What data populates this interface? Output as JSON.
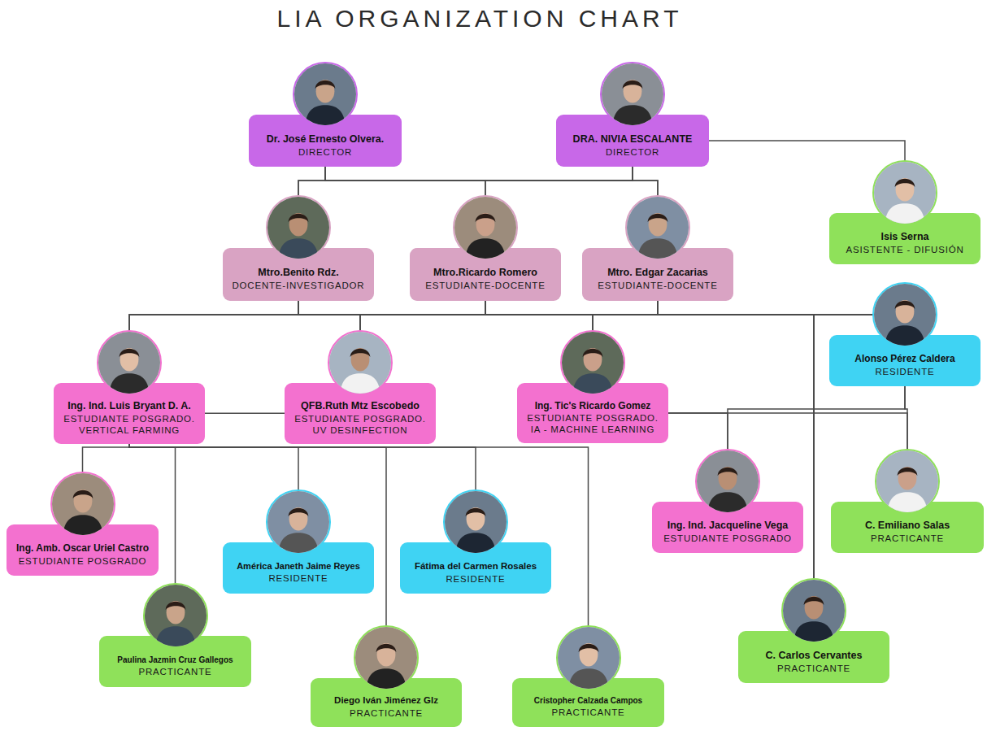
{
  "diagram": {
    "title": "LIA ORGANIZATION CHART",
    "nodes": [
      {
        "text": [
          "Dr. José Ernesto Olvera.",
          "DIRECTOR"
        ]
      },
      {
        "text": [
          "DRA. NIVIA ESCALANTE",
          "DIRECTOR"
        ]
      },
      {
        "text": [
          "Isis Serna",
          "ASISTENTE - DIFUSIÓN"
        ]
      },
      {
        "text": [
          "Mtro.Benito Rdz.",
          "DOCENTE-INVESTIGADOR"
        ]
      },
      {
        "text": [
          "Mtro.Ricardo Romero",
          "ESTUDIANTE-DOCENTE"
        ]
      },
      {
        "text": [
          "Mtro. Edgar Zacarias",
          "ESTUDIANTE-DOCENTE"
        ]
      },
      {
        "text": [
          "Alonso Pérez Caldera",
          "RESIDENTE"
        ]
      },
      {
        "text": [
          "Ing. Ind. Luis Bryant D. A.",
          "ESTUDIANTE POSGRADO. VERTICAL FARMING"
        ]
      },
      {
        "text": [
          "QFB.Ruth Mtz Escobedo",
          "ESTUDIANTE POSGRADO. UV DESINFECTION"
        ]
      },
      {
        "text": [
          "Ing. Tic's Ricardo Gomez",
          "ESTUDIANTE POSGRADO. IA - MACHINE LEARNING"
        ]
      },
      {
        "text": [
          "Ing. Amb. Oscar Uriel Castro",
          "ESTUDIANTE POSGRADO"
        ]
      },
      {
        "text": [
          "América Janeth Jaime Reyes",
          "RESIDENTE"
        ]
      },
      {
        "text": [
          "Fátima del Carmen Rosales",
          "RESIDENTE"
        ]
      },
      {
        "text": [
          "Ing. Ind. Jacqueline Vega",
          "ESTUDIANTE POSGRADO"
        ]
      },
      {
        "text": [
          "C. Emiliano Salas",
          "PRACTICANTE"
        ]
      },
      {
        "text": [
          "Paulina Jazmin Cruz Gallegos",
          "PRACTICANTE"
        ]
      },
      {
        "text": [
          "Diego Iván Jiménez Glz",
          "PRACTICANTE"
        ]
      },
      {
        "text": [
          "Cristopher Calzada Campos",
          "PRACTICANTE"
        ]
      },
      {
        "text": [
          "C. Carlos Cervantes",
          "PRACTICANTE"
        ]
      }
    ],
    "edges": [
      {
        "from": 0,
        "to": 3,
        "arrow": "none"
      },
      {
        "from": 0,
        "to": 4,
        "arrow": "none"
      },
      {
        "from": 0,
        "to": 5,
        "arrow": "none"
      },
      {
        "from": 1,
        "to": 3,
        "arrow": "none"
      },
      {
        "from": 1,
        "to": 4,
        "arrow": "none"
      },
      {
        "from": 1,
        "to": 5,
        "arrow": "none"
      },
      {
        "from": 1,
        "to": 2,
        "arrow": "none"
      },
      {
        "from": 3,
        "to": 7,
        "arrow": "none"
      },
      {
        "from": 3,
        "to": 8,
        "arrow": "none"
      },
      {
        "from": 3,
        "to": 9,
        "arrow": "none"
      },
      {
        "from": 3,
        "to": 6,
        "arrow": "none"
      },
      {
        "from": 3,
        "to": 18,
        "arrow": "none"
      },
      {
        "from": 4,
        "to": 7,
        "arrow": "none"
      },
      {
        "from": 4,
        "to": 8,
        "arrow": "none"
      },
      {
        "from": 4,
        "to": 9,
        "arrow": "none"
      },
      {
        "from": 4,
        "to": 6,
        "arrow": "none"
      },
      {
        "from": 4,
        "to": 18,
        "arrow": "none"
      },
      {
        "from": 5,
        "to": 7,
        "arrow": "none"
      },
      {
        "from": 5,
        "to": 8,
        "arrow": "none"
      },
      {
        "from": 5,
        "to": 9,
        "arrow": "none"
      },
      {
        "from": 5,
        "to": 6,
        "arrow": "none"
      },
      {
        "from": 5,
        "to": 18,
        "arrow": "none"
      },
      {
        "from": 7,
        "to": 8,
        "arrow": "none"
      },
      {
        "from": 7,
        "to": 10,
        "arrow": "none"
      },
      {
        "from": 7,
        "to": 15,
        "arrow": "none"
      },
      {
        "from": 7,
        "to": 11,
        "arrow": "none"
      },
      {
        "from": 7,
        "to": 16,
        "arrow": "none"
      },
      {
        "from": 7,
        "to": 12,
        "arrow": "none"
      },
      {
        "from": 7,
        "to": 17,
        "arrow": "none"
      },
      {
        "from": 9,
        "to": 13,
        "arrow": "none"
      },
      {
        "from": 9,
        "to": 14,
        "arrow": "none"
      },
      {
        "from": 6,
        "to": 13,
        "arrow": "none"
      },
      {
        "from": 6,
        "to": 14,
        "arrow": "none"
      }
    ]
  }
}
